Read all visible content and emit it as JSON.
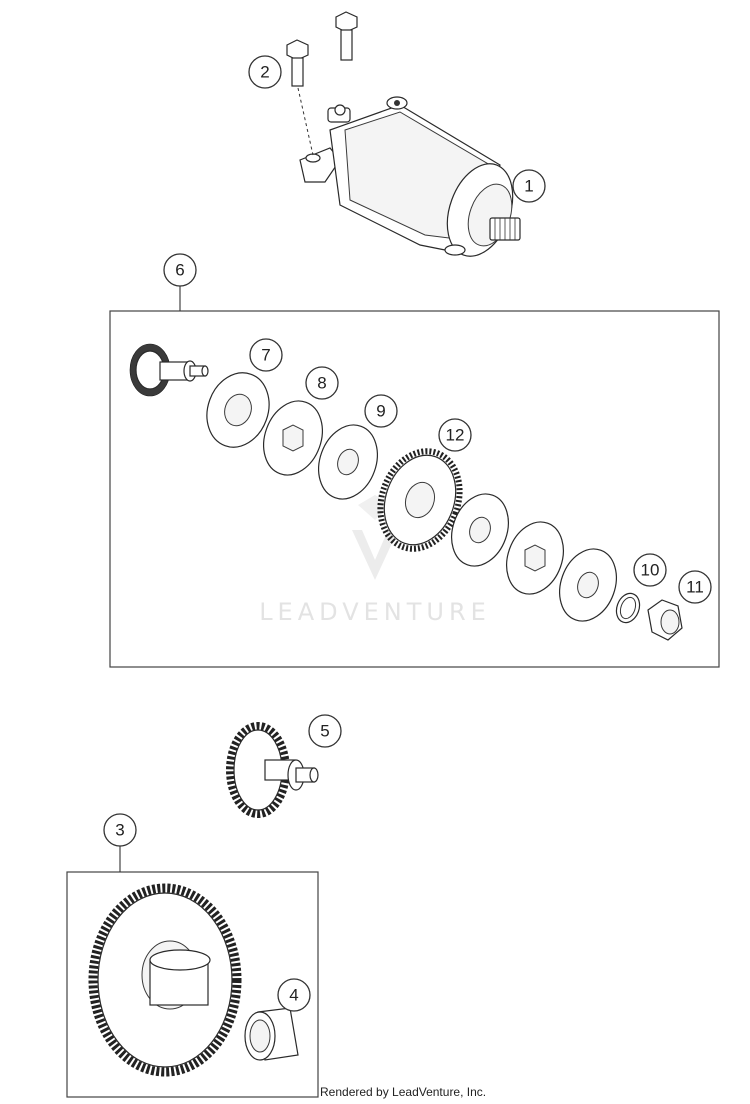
{
  "callouts": [
    {
      "id": "1",
      "label": "1"
    },
    {
      "id": "2",
      "label": "2"
    },
    {
      "id": "3",
      "label": "3"
    },
    {
      "id": "4",
      "label": "4"
    },
    {
      "id": "5",
      "label": "5"
    },
    {
      "id": "6",
      "label": "6"
    },
    {
      "id": "7",
      "label": "7"
    },
    {
      "id": "8",
      "label": "8"
    },
    {
      "id": "9",
      "label": "9"
    },
    {
      "id": "10",
      "label": "10"
    },
    {
      "id": "11",
      "label": "11"
    },
    {
      "id": "12",
      "label": "12"
    }
  ],
  "watermark": {
    "text": "LEADVENTURE"
  },
  "footer": {
    "credit": "Rendered by LeadVenture, Inc."
  },
  "colors": {
    "line": "#2a2a2a",
    "watermark": "#e3e3e3",
    "background": "#ffffff"
  }
}
